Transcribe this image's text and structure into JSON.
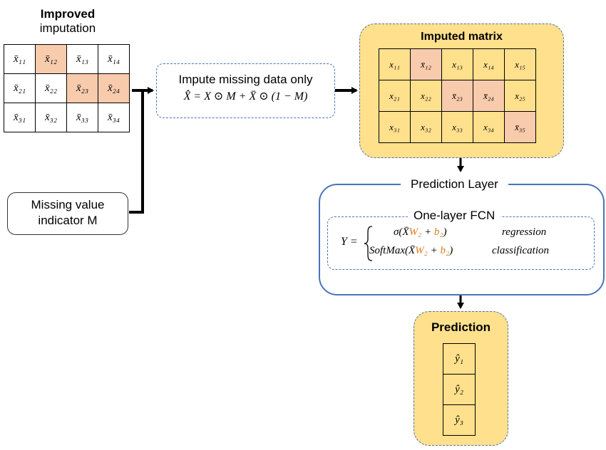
{
  "improved": {
    "title_line1": "Improved",
    "title_line2": "imputation",
    "rows": [
      [
        "x̄₁₁",
        "x̄₁₂",
        "x̄₁₃",
        "x̄₁₄"
      ],
      [
        "x̄₂₁",
        "x̄₂₂",
        "x̄₂₃",
        "x̄₂₄"
      ],
      [
        "x̄₃₁",
        "x̄₃₂",
        "x̄₃₃",
        "x̄₃₄"
      ]
    ],
    "highlight_color": "#f8cbad"
  },
  "indicator": {
    "line1": "Missing value",
    "line2": "indicator M"
  },
  "impute": {
    "title": "Impute missing data only",
    "formula": "X̂ = X ⊙ M + X̄ ⊙ (1 − M)"
  },
  "imputed": {
    "title": "Imputed matrix",
    "rows": [
      [
        "x₁₁",
        "x̄₁₂",
        "x₁₃",
        "x₁₄",
        "x₁₅"
      ],
      [
        "x₂₁",
        "x₂₂",
        "x̄₂₃",
        "x̄₂₄",
        "x₂₅"
      ],
      [
        "x₃₁",
        "x₃₂",
        "x₃₃",
        "x₃₄",
        "x̄₃₅"
      ]
    ],
    "box_color": "#ffe08c"
  },
  "prediction_layer": {
    "title": "Prediction Layer",
    "fcn_title": "One-layer FCN",
    "lhs": "Y =",
    "case1_pre": "σ(X̄",
    "case1_w": "W₂",
    "case1_mid": " + ",
    "case1_b": "b₂",
    "case1_post": ")",
    "case1_label": "regression",
    "case2_pre": "SoftMax(X̄",
    "case2_w": "W₂",
    "case2_mid": " + ",
    "case2_b": "b₂",
    "case2_post": ")",
    "case2_label": "classification",
    "accent_color": "#e07b20"
  },
  "prediction": {
    "title": "Prediction",
    "items": [
      "ŷ₁",
      "ŷ₂",
      "ŷ₃"
    ]
  }
}
